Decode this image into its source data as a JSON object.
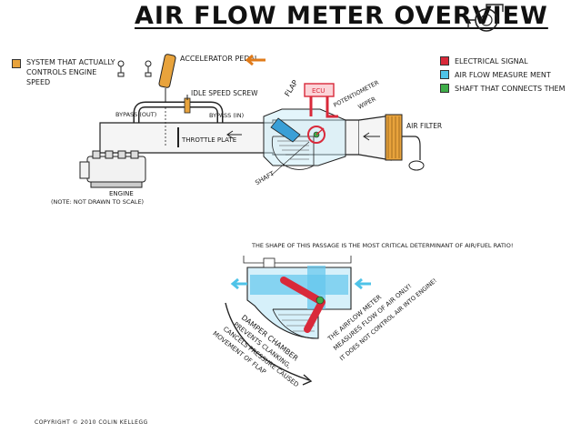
{
  "title": "AIR FLOW METER OVERVIEW",
  "legend_left": {
    "system_text": "SYSTEM THAT ACTUALLY CONTROLS ENGINE SPEED",
    "system_color": "#e8a33c"
  },
  "legend_right": {
    "items": [
      {
        "label": "ELECTRICAL SIGNAL",
        "color": "#d9293a"
      },
      {
        "label": "AIR FLOW MEASURE MENT",
        "color": "#4fc3e8"
      },
      {
        "label": "SHAFT THAT CONNECTS THEM",
        "color": "#3fae49"
      }
    ]
  },
  "labels": {
    "accelerator_pedal": "ACCELERATOR PEDAL",
    "idle_speed_screw": "IDLE SPEED SCREW",
    "bypass_out": "BYPASS (OUT)",
    "bypass_in": "BYPASS (IN)",
    "throttle_plate": "THROTTLE PLATE",
    "flap": "FLAP",
    "ecu": "ECU",
    "potentiometer": "POTENTIOMETER",
    "wiper": "WIPER",
    "air_filter": "AIR FILTER",
    "shaft": "SHAFT",
    "engine": "ENGINE",
    "note": "(NOTE: NOT DRAWN TO SCALE)"
  },
  "detail": {
    "passage_note": "THE SHAPE OF THIS PASSAGE IS THE MOST CRITICAL DETERMINANT OF AIR/FUEL RATIO!",
    "damper_line1": "DAMPER CHAMBER",
    "damper_line2": "PREVENTS CLANKING,",
    "damper_line3": "CANCELS PRESSURE CAUSED",
    "damper_line4": "MOVEMENT OF FLAP",
    "meter_line1": "THE AIRFLOW METER",
    "meter_line2": "MEASURES FLOW OF AIR ONLY!",
    "meter_line3": "IT DOES NOT CONTROL AIR INTO ENGINE!"
  },
  "copyright": "COPYRIGHT © 2010 COLIN KELLEGG",
  "icons": {
    "turbo": "turbo-icon",
    "pedal_arrow": "arrow-left-icon"
  },
  "colors": {
    "orange": "#e8a33c",
    "red": "#d9293a",
    "blue": "#4fc3e8",
    "green": "#3fae49",
    "ink": "#1a1a1a"
  }
}
